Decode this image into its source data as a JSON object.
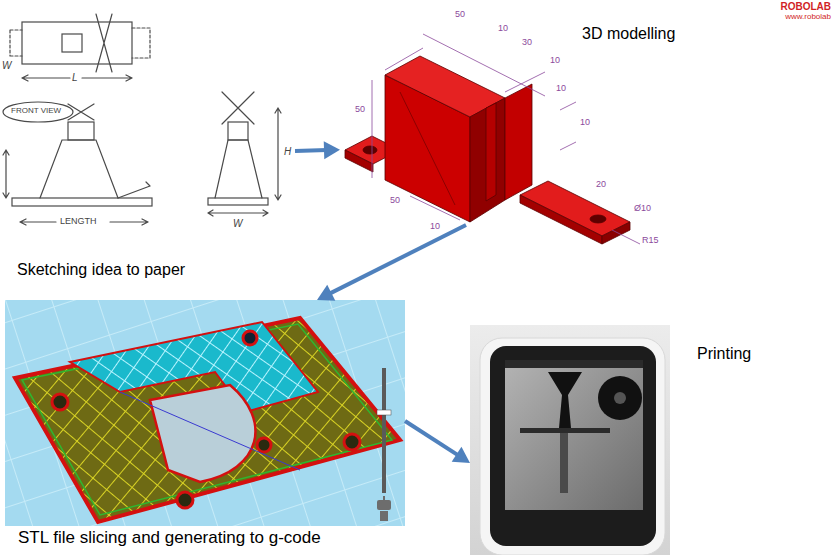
{
  "diagram": {
    "nodes": [
      {
        "text": [
          "Sketching idea to paper"
        ]
      },
      {
        "text": [
          "3D modelling"
        ]
      },
      {
        "text": [
          "STL file slicing and generating to g-code"
        ]
      },
      {
        "text": [
          "Printing"
        ]
      }
    ],
    "edges": [
      {
        "from": 0,
        "to": 1,
        "arrow": "to"
      },
      {
        "from": 1,
        "to": 2,
        "arrow": "to"
      },
      {
        "from": 2,
        "to": 3,
        "arrow": "to"
      }
    ],
    "labels": [
      "ROBOLAB",
      "www.robolab",
      "W",
      "L",
      "FRONT VIEW",
      "LENGTH",
      "H",
      "W",
      "50",
      "10",
      "30",
      "10",
      "10",
      "10",
      "50",
      "20",
      "Ø10",
      "R15",
      "10",
      "50"
    ]
  }
}
